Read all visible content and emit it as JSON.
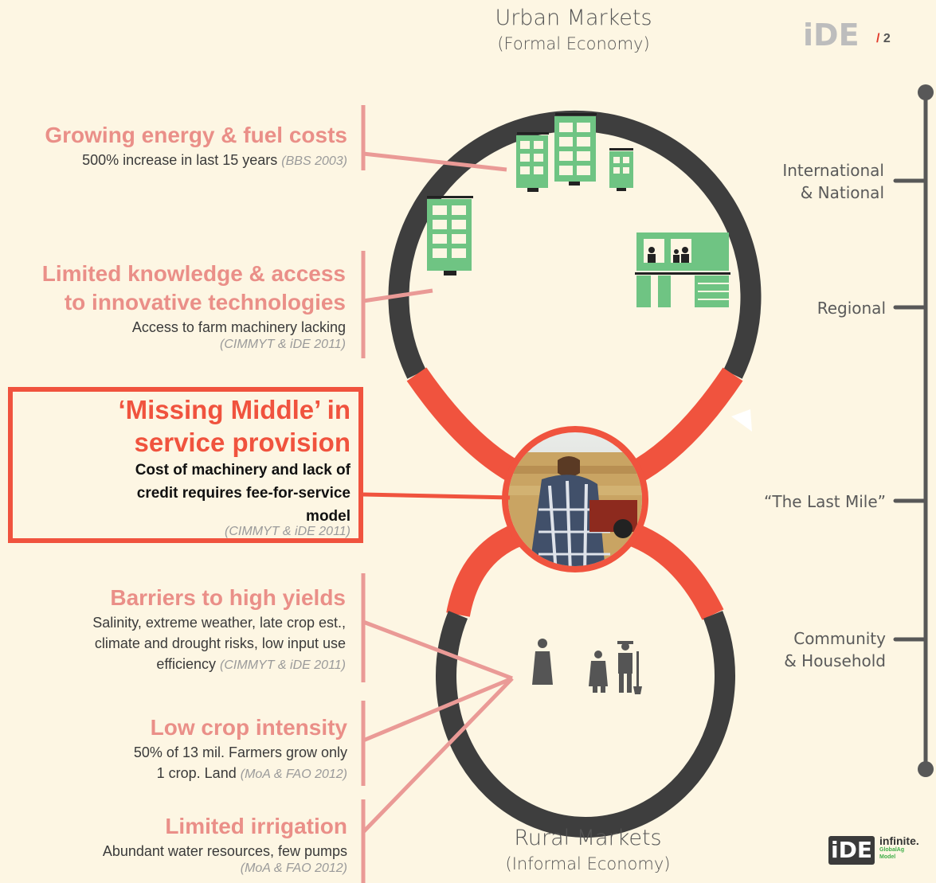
{
  "colors": {
    "background": "#fdf6e3",
    "accent": "#f0533e",
    "pink": "#ea8f88",
    "loop": "#3e3e3e",
    "building": "#6fc483"
  },
  "top": {
    "title": "Urban Markets",
    "subtitle": "(Formal Economy)"
  },
  "bottom": {
    "title": "Rural Markets",
    "subtitle": "(Informal Economy)"
  },
  "brand": {
    "logo": "iDE",
    "page": "/ 2"
  },
  "footer_logo": {
    "mark": "iDE",
    "name": "infinite.",
    "line1": "GlobalAg",
    "line2": "Model"
  },
  "scale": {
    "international": "International",
    "national": "& National",
    "regional": "Regional",
    "last_mile": "“The Last Mile”",
    "community": "Community",
    "household": "& Household"
  },
  "left": {
    "energy": {
      "title": "Growing energy & fuel costs",
      "text": "500% increase in last 15 years",
      "cite": "(BBS 2003)"
    },
    "knowledge": {
      "title1": "Limited knowledge & access",
      "title2": "to innovative technologies",
      "text": "Access to farm machinery lacking",
      "cite": "(CIMMYT & iDE 2011)"
    },
    "missing": {
      "title1": "‘Missing Middle’ in",
      "title2": "service provision",
      "text1": "Cost of machinery and lack of",
      "text2": "credit requires fee-for-service",
      "text3": "model",
      "cite": "(CIMMYT & iDE 2011)"
    },
    "barriers": {
      "title": "Barriers to high yields",
      "text1": "Salinity, extreme weather, late crop est.,",
      "text2": "climate and drought risks, low input use",
      "text3": "efficiency",
      "cite": "(CIMMYT & iDE 2011)"
    },
    "intensity": {
      "title": "Low crop intensity",
      "text1": "50% of 13 mil. Farmers grow only",
      "text2": "1 crop. Land",
      "cite": "(MoA & FAO 2012)"
    },
    "irrigation": {
      "title": "Limited irrigation",
      "text": "Abundant water resources, few pumps",
      "cite": "(MoA & FAO 2012)"
    }
  }
}
